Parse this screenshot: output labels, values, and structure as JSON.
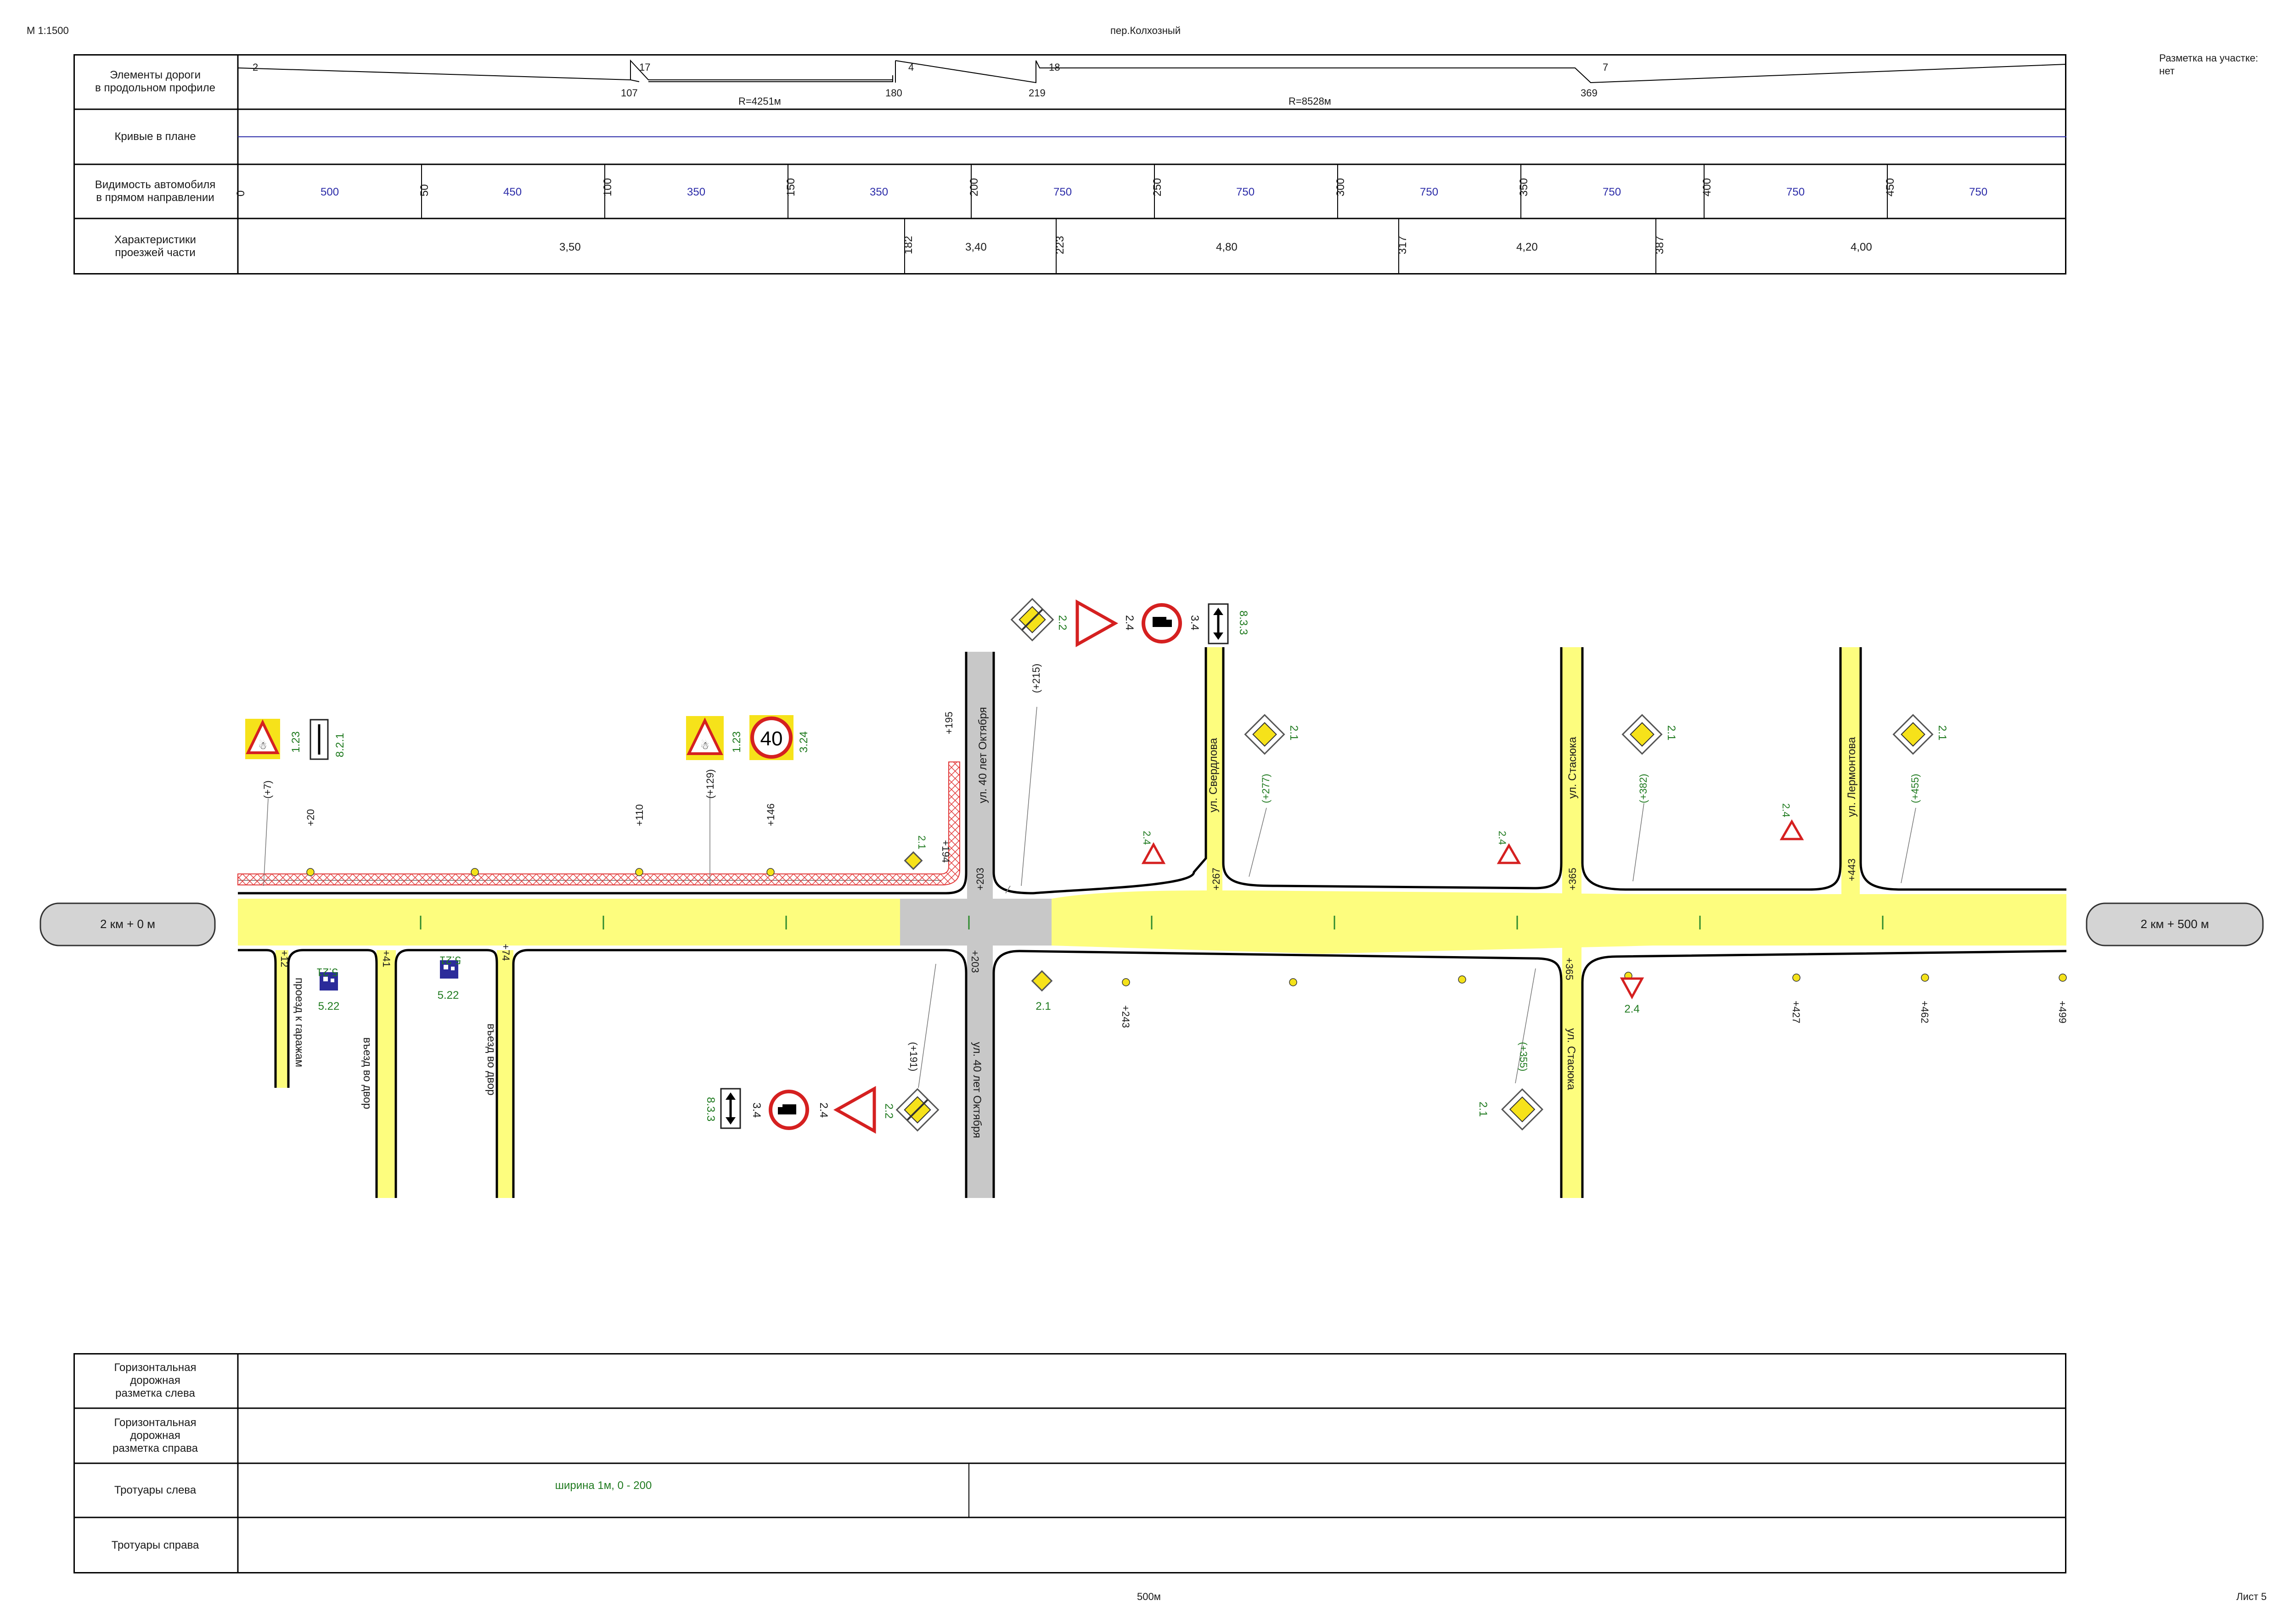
{
  "header": {
    "scale": "М 1:1500",
    "title": "пер.Колхозный",
    "marking_label": "Разметка на участке:",
    "marking_value": "нет"
  },
  "footer": {
    "length": "500м",
    "sheet": "Лист 5"
  },
  "top_table": {
    "rows": [
      {
        "label_lines": [
          "Элементы дороги",
          "в продольном профиле"
        ]
      },
      {
        "label_lines": [
          "Кривые в плане"
        ]
      },
      {
        "label_lines": [
          "Видимость автомобиля",
          "в прямом направлении"
        ]
      },
      {
        "label_lines": [
          "Характеристики",
          "проезжей части"
        ]
      }
    ],
    "profile": {
      "segments": [
        "2",
        "17",
        "4",
        "18",
        "7"
      ],
      "breaks": [
        "107",
        "180",
        "219",
        "369"
      ],
      "radii": [
        "R=4251м",
        "R=8528м"
      ]
    },
    "visibility": {
      "ticks": [
        "0",
        "50",
        "100",
        "150",
        "200",
        "250",
        "300",
        "350",
        "400",
        "450"
      ],
      "values": [
        "500",
        "450",
        "350",
        "350",
        "750",
        "750",
        "750",
        "750",
        "750",
        "750"
      ],
      "value_color": "#2b2ba8"
    },
    "roadway": {
      "breaks": [
        "182",
        "223",
        "317",
        "387"
      ],
      "widths": [
        "3,50",
        "3,40",
        "4,80",
        "4,20",
        "4,00"
      ]
    }
  },
  "bottom_table": {
    "rows": [
      {
        "label_lines": [
          "Горизонтальная",
          "дорожная",
          "разметка слева"
        ]
      },
      {
        "label_lines": [
          "Горизонтальная",
          "дорожная",
          "разметка справа"
        ]
      },
      {
        "label_lines": [
          "Тротуары слева"
        ],
        "note": "ширина 1м, 0 - 200"
      },
      {
        "label_lines": [
          "Тротуары справа"
        ]
      }
    ]
  },
  "plan": {
    "start_km": "2 км + 0 м",
    "end_km": "2 км + 500 м",
    "streets": [
      "ул. 40 лет Октября",
      "ул. Свердлова",
      "ул. Стасюка",
      "ул. Лермонтова",
      "ул. 40 лет Октября",
      "ул. Стасюка"
    ],
    "side_roads": [
      "проезд к гаражам",
      "въезд во двор",
      "въезд во двор"
    ],
    "pickets_top": [
      "+20",
      "+110",
      "+146",
      "+195",
      "+194",
      "+203",
      "+267",
      "+365",
      "+443"
    ],
    "pickets_bottom": [
      "+12",
      "+41",
      "+74",
      "+203",
      "+243",
      "+365",
      "+427",
      "+462",
      "+499"
    ],
    "sign_positions": [
      "(+7)",
      "(+129)",
      "(+215)",
      "(+277)",
      "(+382)",
      "(+455)",
      "(+191)",
      "(+355)"
    ],
    "signs": [
      {
        "code": "1.23"
      },
      {
        "code": "8.2.1"
      },
      {
        "code": "1.23"
      },
      {
        "code": "3.24",
        "text": "40"
      },
      {
        "code": "2.1"
      },
      {
        "code": "2.2"
      },
      {
        "code": "2.4"
      },
      {
        "code": "3.4"
      },
      {
        "code": "8.3.3"
      },
      {
        "code": "2.1"
      },
      {
        "code": "2.4"
      },
      {
        "code": "2.1"
      },
      {
        "code": "2.4"
      },
      {
        "code": "2.1"
      },
      {
        "code": "2.4"
      },
      {
        "code": "5.21"
      },
      {
        "code": "5.22"
      },
      {
        "code": "5.21"
      },
      {
        "code": "5.22"
      },
      {
        "code": "2.1"
      },
      {
        "code": "8.3.3"
      },
      {
        "code": "3.4"
      },
      {
        "code": "2.4"
      },
      {
        "code": "2.2"
      },
      {
        "code": "2.1"
      },
      {
        "code": "2.4"
      }
    ],
    "colors": {
      "road": "#fdfd7e",
      "intersection": "#c8c8c8",
      "sign_code": "#1f7a1f",
      "hatch": "#e23b3b"
    }
  }
}
